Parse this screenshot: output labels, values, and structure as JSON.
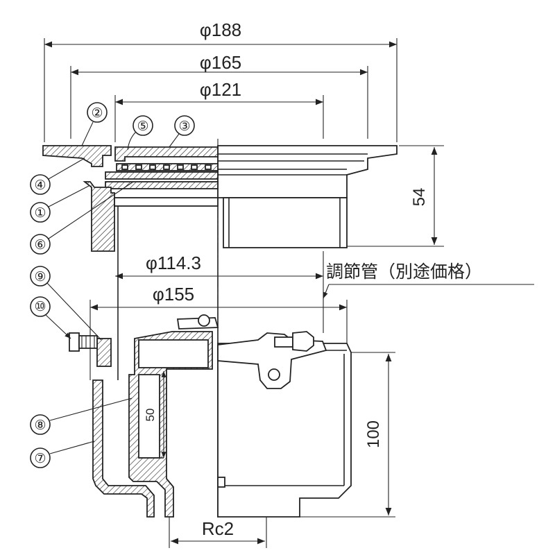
{
  "dimensions": {
    "outer_flange": "φ188",
    "grate": "φ165",
    "inner_grate": "φ121",
    "height_top": "54",
    "pipe_od": "φ114.3",
    "trap_od": "φ155",
    "trap_height": "100",
    "trap_depth": "50",
    "outlet_thread": "Rc2"
  },
  "note": "調節管（別途価格）",
  "callouts": [
    "①",
    "②",
    "③",
    "④",
    "⑤",
    "⑥",
    "⑦",
    "⑧",
    "⑨",
    "⑩"
  ]
}
